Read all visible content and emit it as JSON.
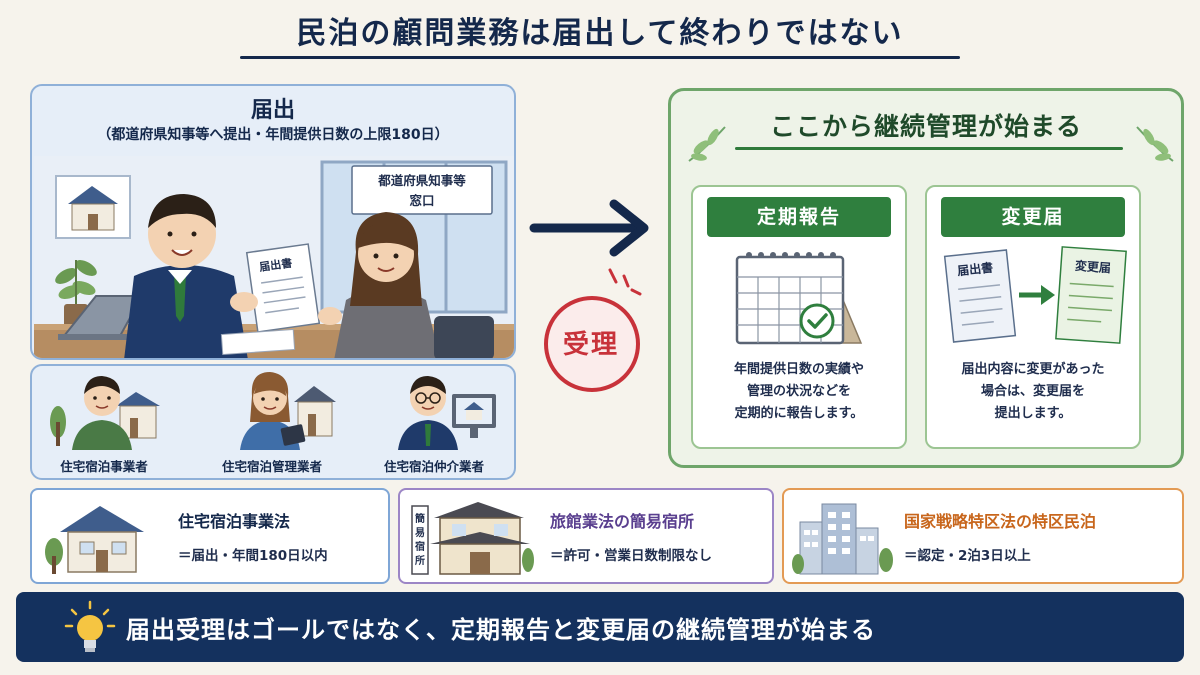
{
  "title": "民泊の顧問業務は届出して終わりではない",
  "notification": {
    "title": "届出",
    "subtitle": "（都道府県知事等へ提出・年間提供日数の上限180日）",
    "window_sign": [
      "都道府県知事等",
      "窓口"
    ],
    "document_label": "届出書"
  },
  "operators": [
    {
      "label": "住宅宿泊事業者"
    },
    {
      "label": "住宅宿泊管理業者"
    },
    {
      "label": "住宅宿泊仲介業者"
    }
  ],
  "stamp": "受理",
  "management": {
    "title": "ここから継続管理が始まる",
    "cards": [
      {
        "head": "定期報告",
        "desc": [
          "年間提供日数の実績や",
          "管理の状況などを",
          "定期的に報告します。"
        ]
      },
      {
        "head": "変更届",
        "desc": [
          "届出内容に変更があった",
          "場合は、変更届を",
          "提出します。"
        ],
        "doc_before": "届出書",
        "doc_after": "変更届"
      }
    ]
  },
  "laws": [
    {
      "name": "住宅宿泊事業法",
      "desc": "＝届出・年間180日以内",
      "color": "#7fa6d6",
      "name_color": "#14284b"
    },
    {
      "name": "旅館業法の簡易宿所",
      "desc": "＝許可・営業日数制限なし",
      "sign": "簡易宿所",
      "color": "#9c86c6",
      "name_color": "#5a3f8f"
    },
    {
      "name": "国家戦略特区法の特区民泊",
      "desc": "＝認定・2泊3日以上",
      "color": "#e39a54",
      "name_color": "#c8661c"
    }
  ],
  "footer": "届出受理はゴールではなく、定期報告と変更届の継続管理が始まる",
  "colors": {
    "navy": "#14284b",
    "green": "#2f7f3e",
    "stamp_red": "#c8323a",
    "footer_bg": "#14315e"
  }
}
